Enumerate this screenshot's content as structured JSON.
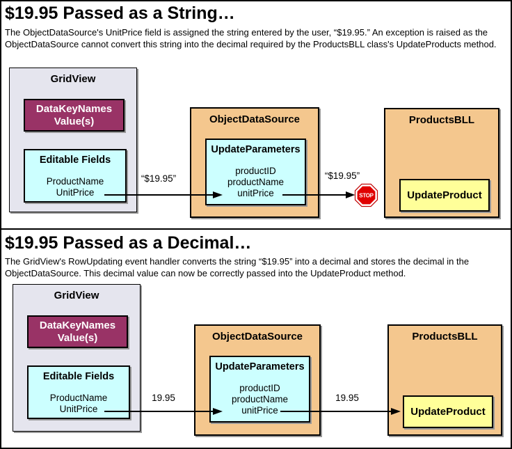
{
  "colors": {
    "gridview_fill": "#E5E5EE",
    "datakeynames_fill": "#993366",
    "field_box_fill": "#CCFFFF",
    "component_fill": "#F4C78E",
    "method_fill": "#FFFF99",
    "stop_fill": "#E00000",
    "stop_ring": "#C00000"
  },
  "panels": [
    {
      "title": "$19.95 Passed as a String…",
      "description": "The ObjectDataSource's UnitPrice field is assigned the string entered by the user, “$19.95.” An exception is raised as the ObjectDataSource cannot convert this string into the decimal required by the ProductsBLL class's UpdateProducts method.",
      "gridview": {
        "title": "GridView",
        "datakeynames": [
          "DataKeyNames",
          "Value(s)"
        ],
        "editable_fields_title": "Editable Fields",
        "fields": [
          "ProductName",
          "UnitPrice"
        ]
      },
      "objectdatasource": {
        "title": "ObjectDataSource",
        "updateparameters_title": "UpdateParameters",
        "parameters": [
          "productID",
          "productName",
          "unitPrice"
        ]
      },
      "productsbll": {
        "title": "ProductsBLL",
        "updateproduct_label": "UpdateProduct"
      },
      "arrows": {
        "gridview_to_ods_label": "“$19.95”",
        "ods_to_bll_label": "“$19.95”"
      },
      "stop_label": "STOP"
    },
    {
      "title": "$19.95 Passed as a Decimal…",
      "description": "The GridView's RowUpdating event handler converts the string “$19.95” into a decimal and stores the decimal in the ObjectDataSource. This decimal value can now be correctly passed into the UpdateProduct method.",
      "gridview": {
        "title": "GridView",
        "datakeynames": [
          "DataKeyNames",
          "Value(s)"
        ],
        "editable_fields_title": "Editable Fields",
        "fields": [
          "ProductName",
          "UnitPrice"
        ]
      },
      "objectdatasource": {
        "title": "ObjectDataSource",
        "updateparameters_title": "UpdateParameters",
        "parameters": [
          "productID",
          "productName",
          "unitPrice"
        ]
      },
      "productsbll": {
        "title": "ProductsBLL",
        "updateproduct_label": "UpdateProduct"
      },
      "arrows": {
        "gridview_to_ods_label": "19.95",
        "ods_to_bll_label": "19.95"
      }
    }
  ]
}
